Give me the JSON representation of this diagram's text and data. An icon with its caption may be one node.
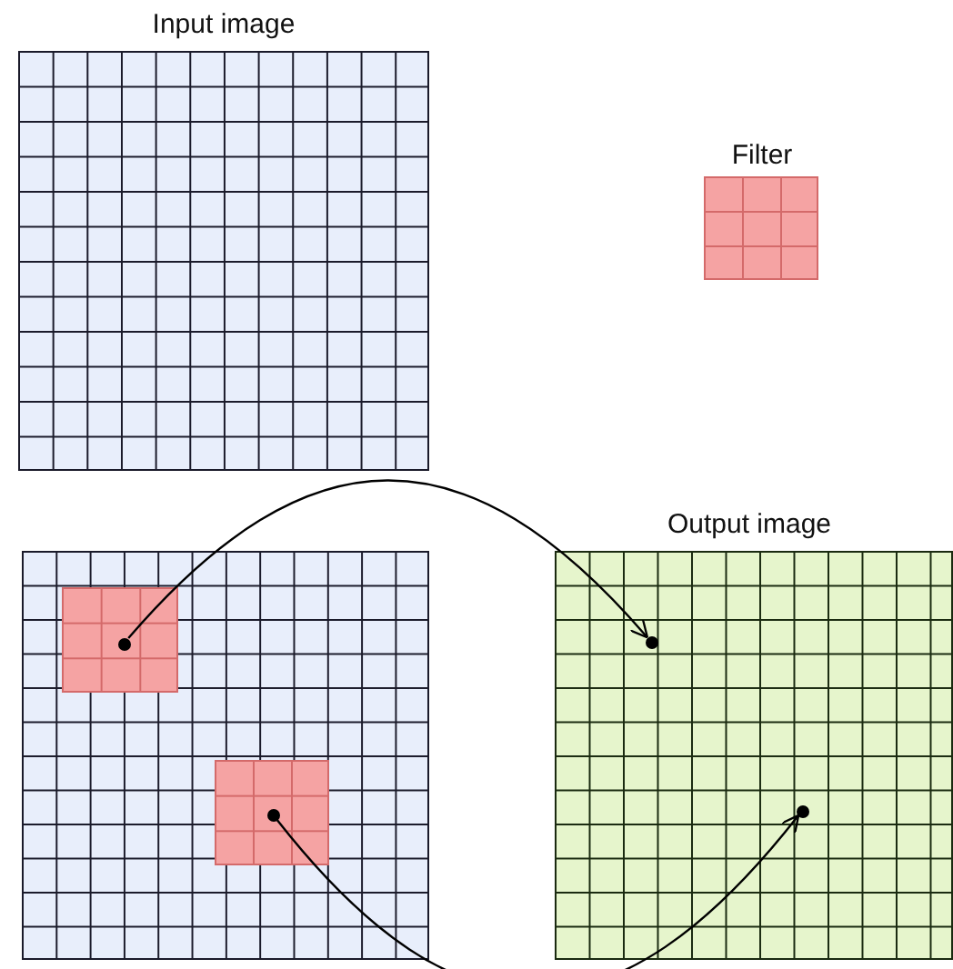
{
  "diagram": {
    "nodes": [
      {
        "text": [
          "Input image"
        ]
      },
      {
        "text": [
          "Filter"
        ]
      },
      {
        "text": [],
        "shape": "box"
      },
      {
        "text": [],
        "shape": "box",
        "in": 2
      },
      {
        "text": [],
        "shape": "circle",
        "in": 3
      },
      {
        "text": [],
        "shape": "box",
        "in": 2
      },
      {
        "text": [],
        "shape": "circle",
        "in": 5
      },
      {
        "text": [
          "Output image"
        ]
      },
      {
        "text": [],
        "shape": "circle",
        "in": 7
      },
      {
        "text": [],
        "shape": "circle",
        "in": 7
      }
    ],
    "edges": [
      {
        "from": 4,
        "to": 8,
        "arrow": "to"
      },
      {
        "from": 6,
        "to": 9,
        "arrow": "to"
      }
    ]
  }
}
